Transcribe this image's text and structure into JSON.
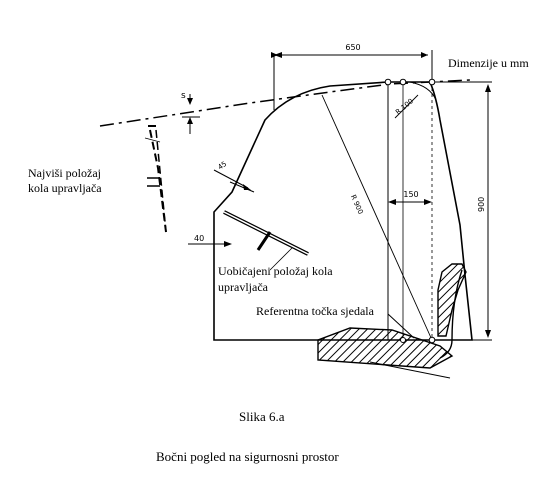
{
  "labels": {
    "units": "Dimenzije u mm",
    "highest_position_line1": "Najviši položaj",
    "highest_position_line2": "kola upravljača",
    "usual_position_line1": "Uobičajeni položaj kola",
    "usual_position_line2": "upravljača",
    "seat_reference_point": "Referentna točka sjedala"
  },
  "dimensions": {
    "top_width": "650",
    "offset_s": "s",
    "offset_40": "40",
    "angle_45": "45",
    "radius_100": "R 100",
    "radius_900": "R 900",
    "horizontal_150": "150",
    "vertical_900": "900"
  },
  "caption": {
    "figure_number": "Slika 6.a",
    "title": "Bočni pogled na sigurnosni prostor"
  }
}
